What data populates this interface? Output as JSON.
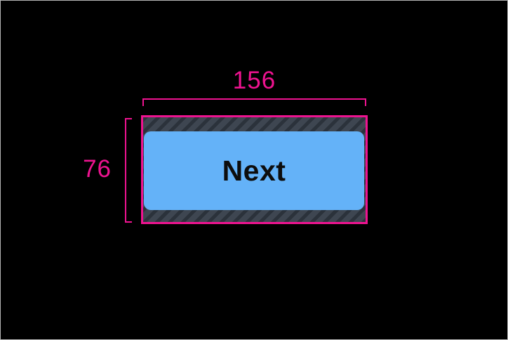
{
  "colors": {
    "canvas-bg": "#000000",
    "frame-border": "#b5b5b5",
    "accent": "#ee1390",
    "padding-fill": "#3e4651",
    "padding-stripe": "#2b323b",
    "button-fill": "#64b2f8",
    "button-text": "#0d0d0d"
  },
  "measurements": {
    "width": "156",
    "height": "76"
  },
  "button": {
    "label": "Next"
  }
}
